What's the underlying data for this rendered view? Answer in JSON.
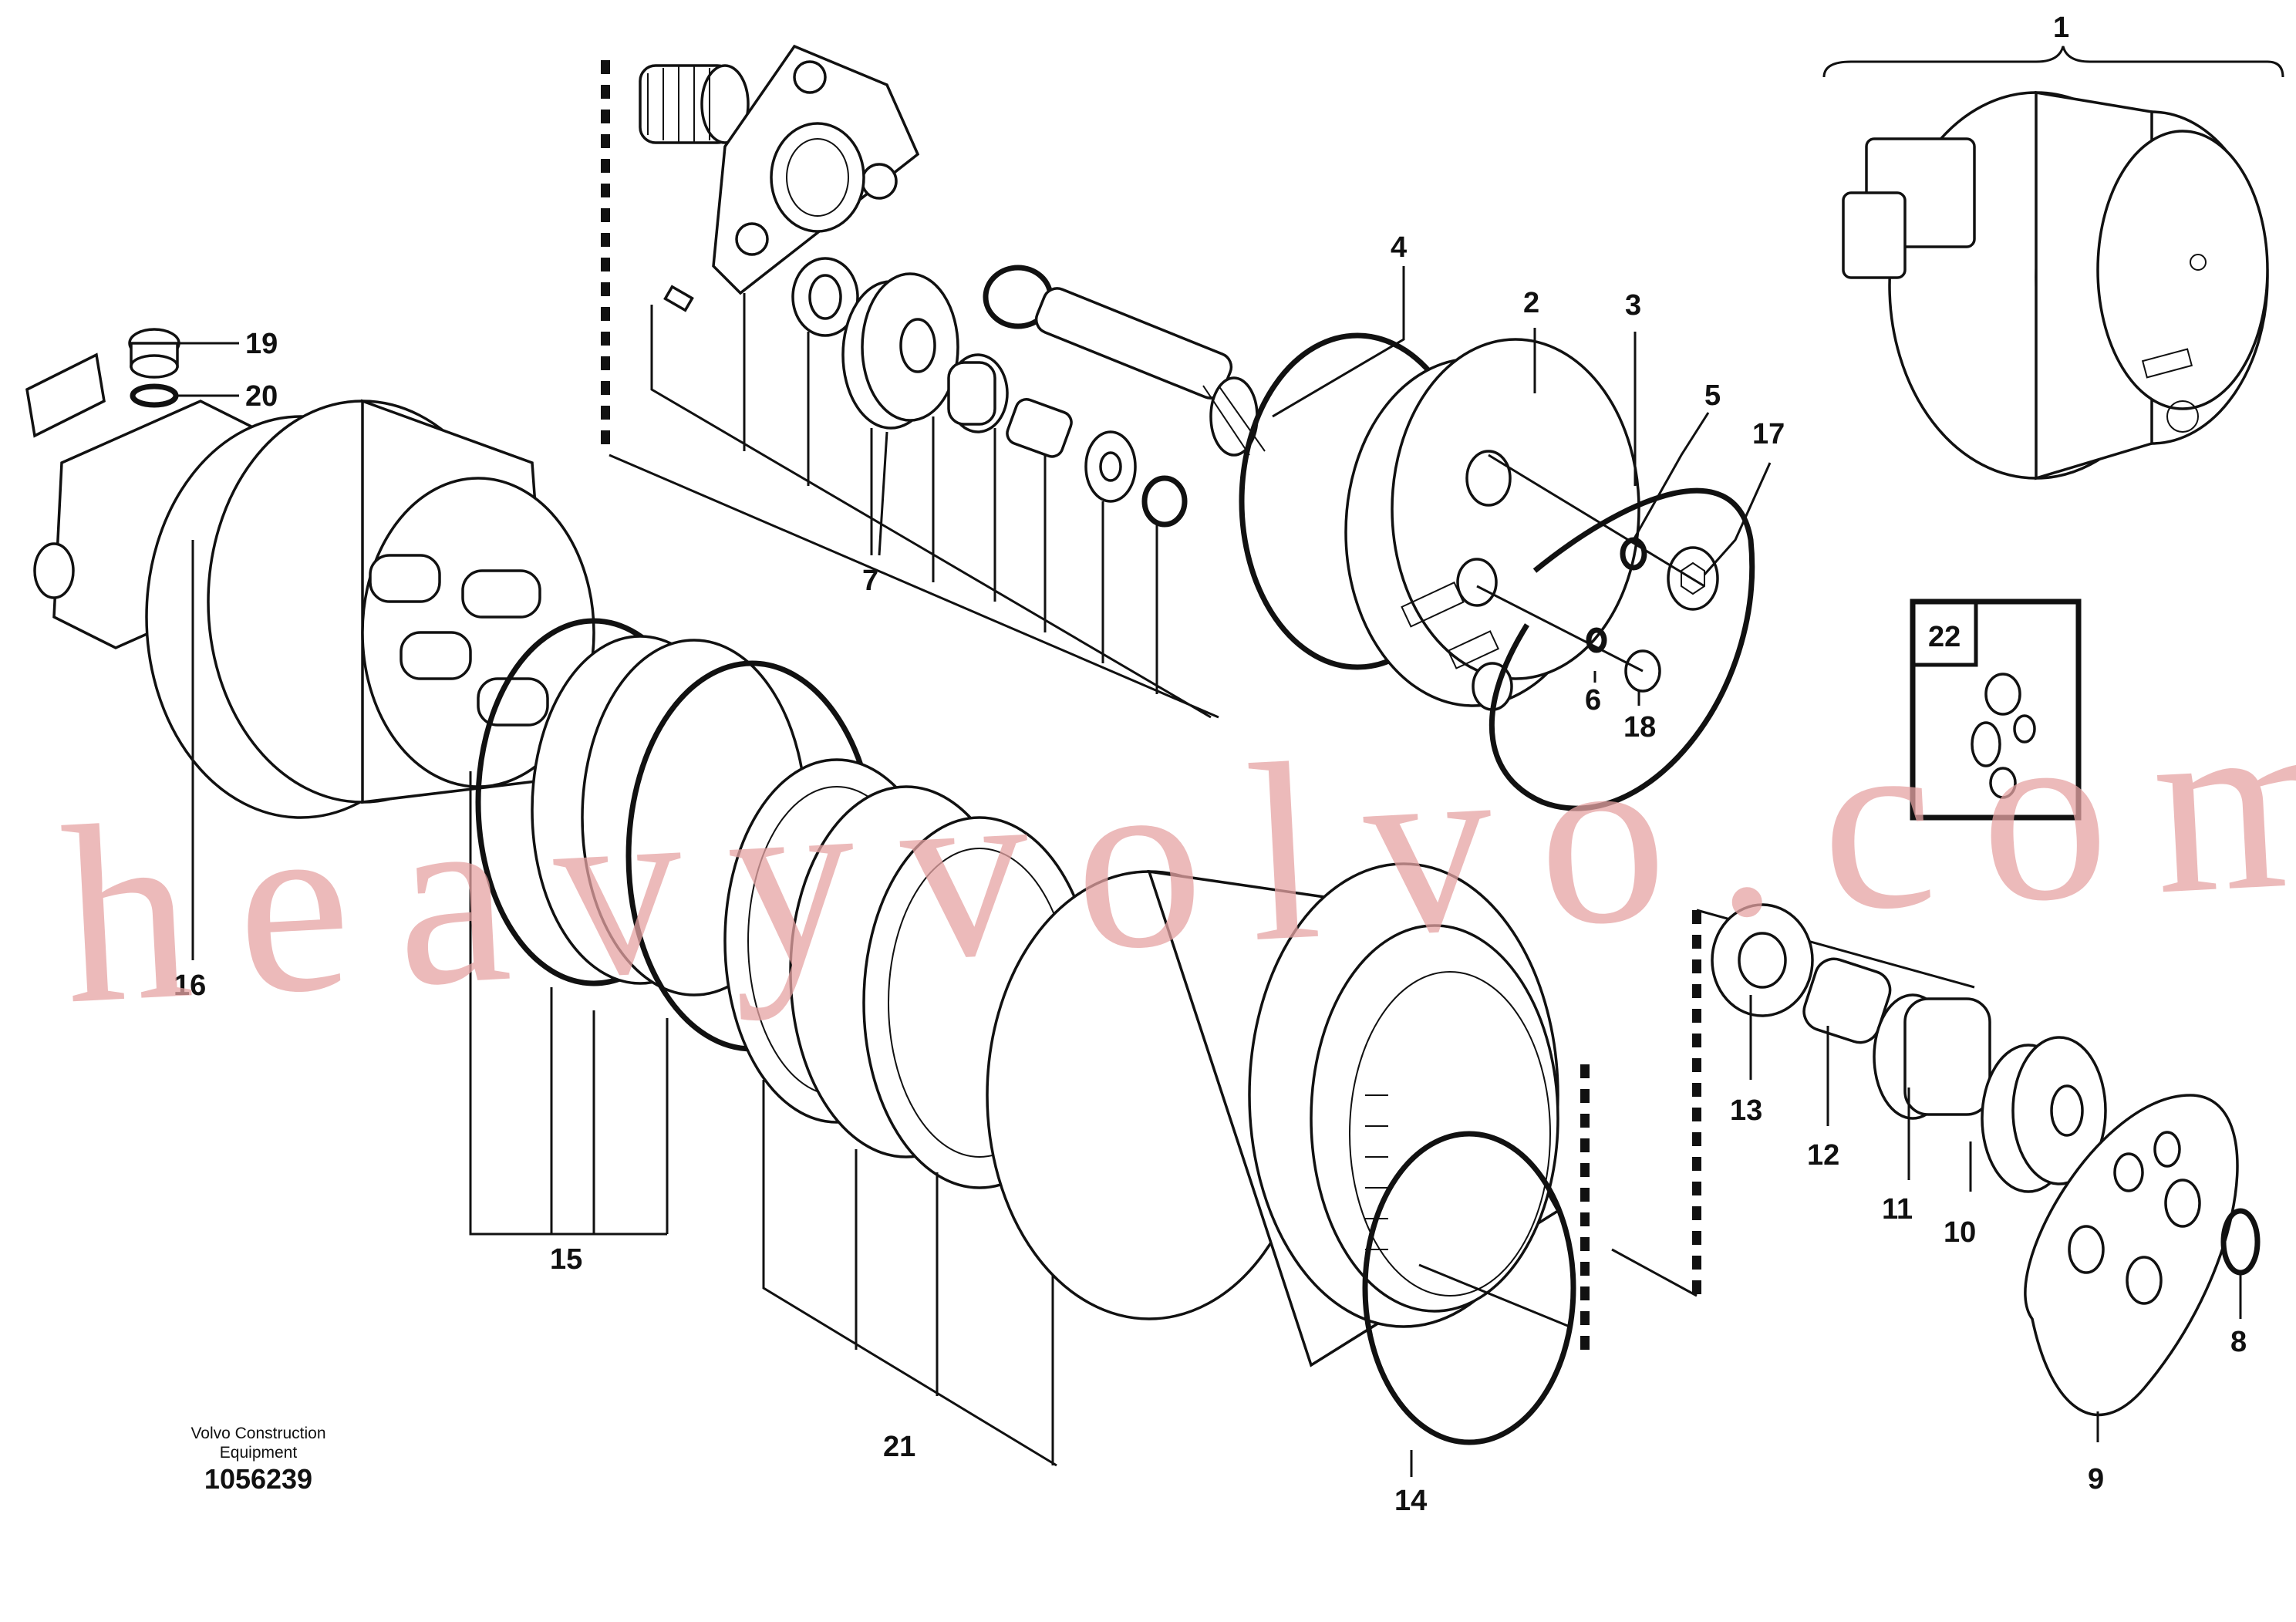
{
  "labels": {
    "l1": "1",
    "l2": "2",
    "l3": "3",
    "l4": "4",
    "l5": "5",
    "l6": "6",
    "l7": "7",
    "l8": "8",
    "l9": "9",
    "l10": "10",
    "l11": "11",
    "l12": "12",
    "l13": "13",
    "l14": "14",
    "l15": "15",
    "l16": "16",
    "l17": "17",
    "l18": "18",
    "l19": "19",
    "l20": "20",
    "l21": "21",
    "l22": "22"
  },
  "watermark": "heavyvolvo.com",
  "footer": {
    "company_line1": "Volvo Construction",
    "company_line2": "Equipment",
    "drawing_number": "1056239"
  }
}
